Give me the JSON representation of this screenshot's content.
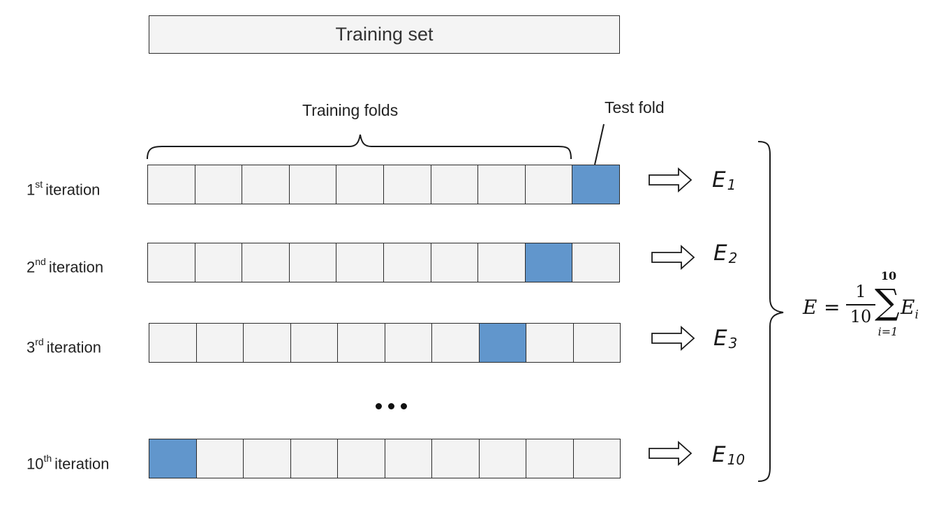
{
  "training_set_label": "Training set",
  "training_folds_label": "Training folds",
  "test_fold_label": "Test fold",
  "folds_per_row": 10,
  "colors": {
    "test_fold": "#6196cc",
    "train_fold": "#f3f3f3",
    "border": "#2b2b2b"
  },
  "iterations": [
    {
      "ordinal": "1",
      "suffix": "st",
      "text": "iteration",
      "test_fold_index": 9,
      "error_symbol": "E",
      "error_index": "1"
    },
    {
      "ordinal": "2",
      "suffix": "nd",
      "text": "iteration",
      "test_fold_index": 8,
      "error_symbol": "E",
      "error_index": "2"
    },
    {
      "ordinal": "3",
      "suffix": "rd",
      "text": "iteration",
      "test_fold_index": 7,
      "error_symbol": "E",
      "error_index": "3"
    },
    {
      "ordinal": "10",
      "suffix": "th",
      "text": "iteration",
      "test_fold_index": 0,
      "error_symbol": "E",
      "error_index": "10"
    }
  ],
  "formula": {
    "lhs": "E",
    "equals": "=",
    "numerator": "1",
    "denominator": "10",
    "sum_symbol": "∑",
    "sum_upper": "10",
    "sum_lower": "i=1",
    "term_symbol": "E",
    "term_index": "i"
  }
}
